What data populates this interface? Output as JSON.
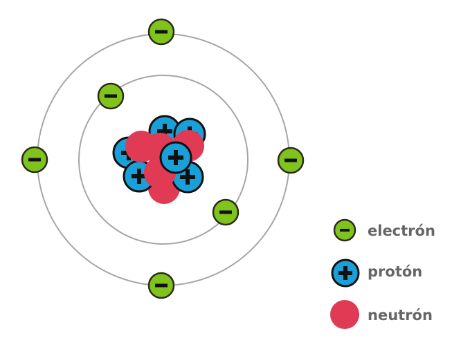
{
  "colors": {
    "electron": "#7fc31c",
    "electron_stroke": "#2a2a1a",
    "proton": "#1aa0d8",
    "proton_stroke": "#111111",
    "neutron": "#e03a54",
    "orbit": "#a6a6a6",
    "legend_text": "#666666"
  },
  "icons": {
    "electron": "minus-sign",
    "proton": "plus-sign",
    "neutron": "plain-disc"
  },
  "legend": {
    "electron_label": "electrón",
    "proton_label": "protón",
    "neutron_label": "neutrón"
  }
}
